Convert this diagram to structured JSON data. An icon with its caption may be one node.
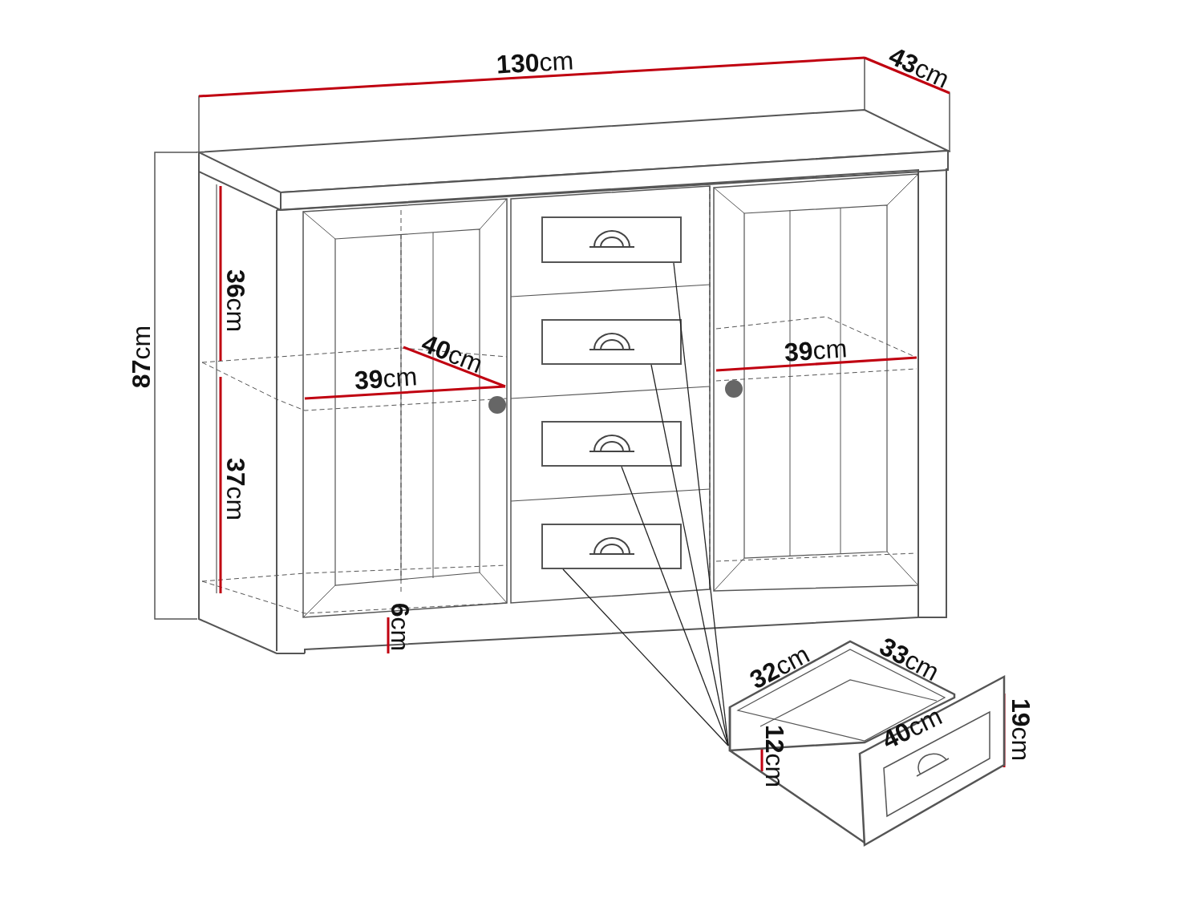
{
  "diagram": {
    "nodes": [
      {
        "text": [],
        "shape": "box"
      },
      {
        "text": [],
        "shape": "box"
      },
      {
        "text": [],
        "shape": "box"
      },
      {
        "text": [],
        "shape": "box"
      },
      {
        "text": [],
        "shape": "picture"
      }
    ],
    "edges": [
      {
        "from": 0,
        "to": 4,
        "arrow": "none"
      },
      {
        "from": 1,
        "to": 4,
        "arrow": "none"
      },
      {
        "from": 2,
        "to": 4,
        "arrow": "none"
      },
      {
        "from": 3,
        "to": 4,
        "arrow": "none"
      }
    ],
    "labels": [
      "**130**cm",
      "**43**cm",
      "**87**cm",
      "**36**cm",
      "**40**cm",
      "**39**cm",
      "**39**cm",
      "**37**cm",
      "**6**cm",
      "**32**cm",
      "**33**cm",
      "**19**cm",
      "**40**cm",
      "**12**cm"
    ]
  }
}
